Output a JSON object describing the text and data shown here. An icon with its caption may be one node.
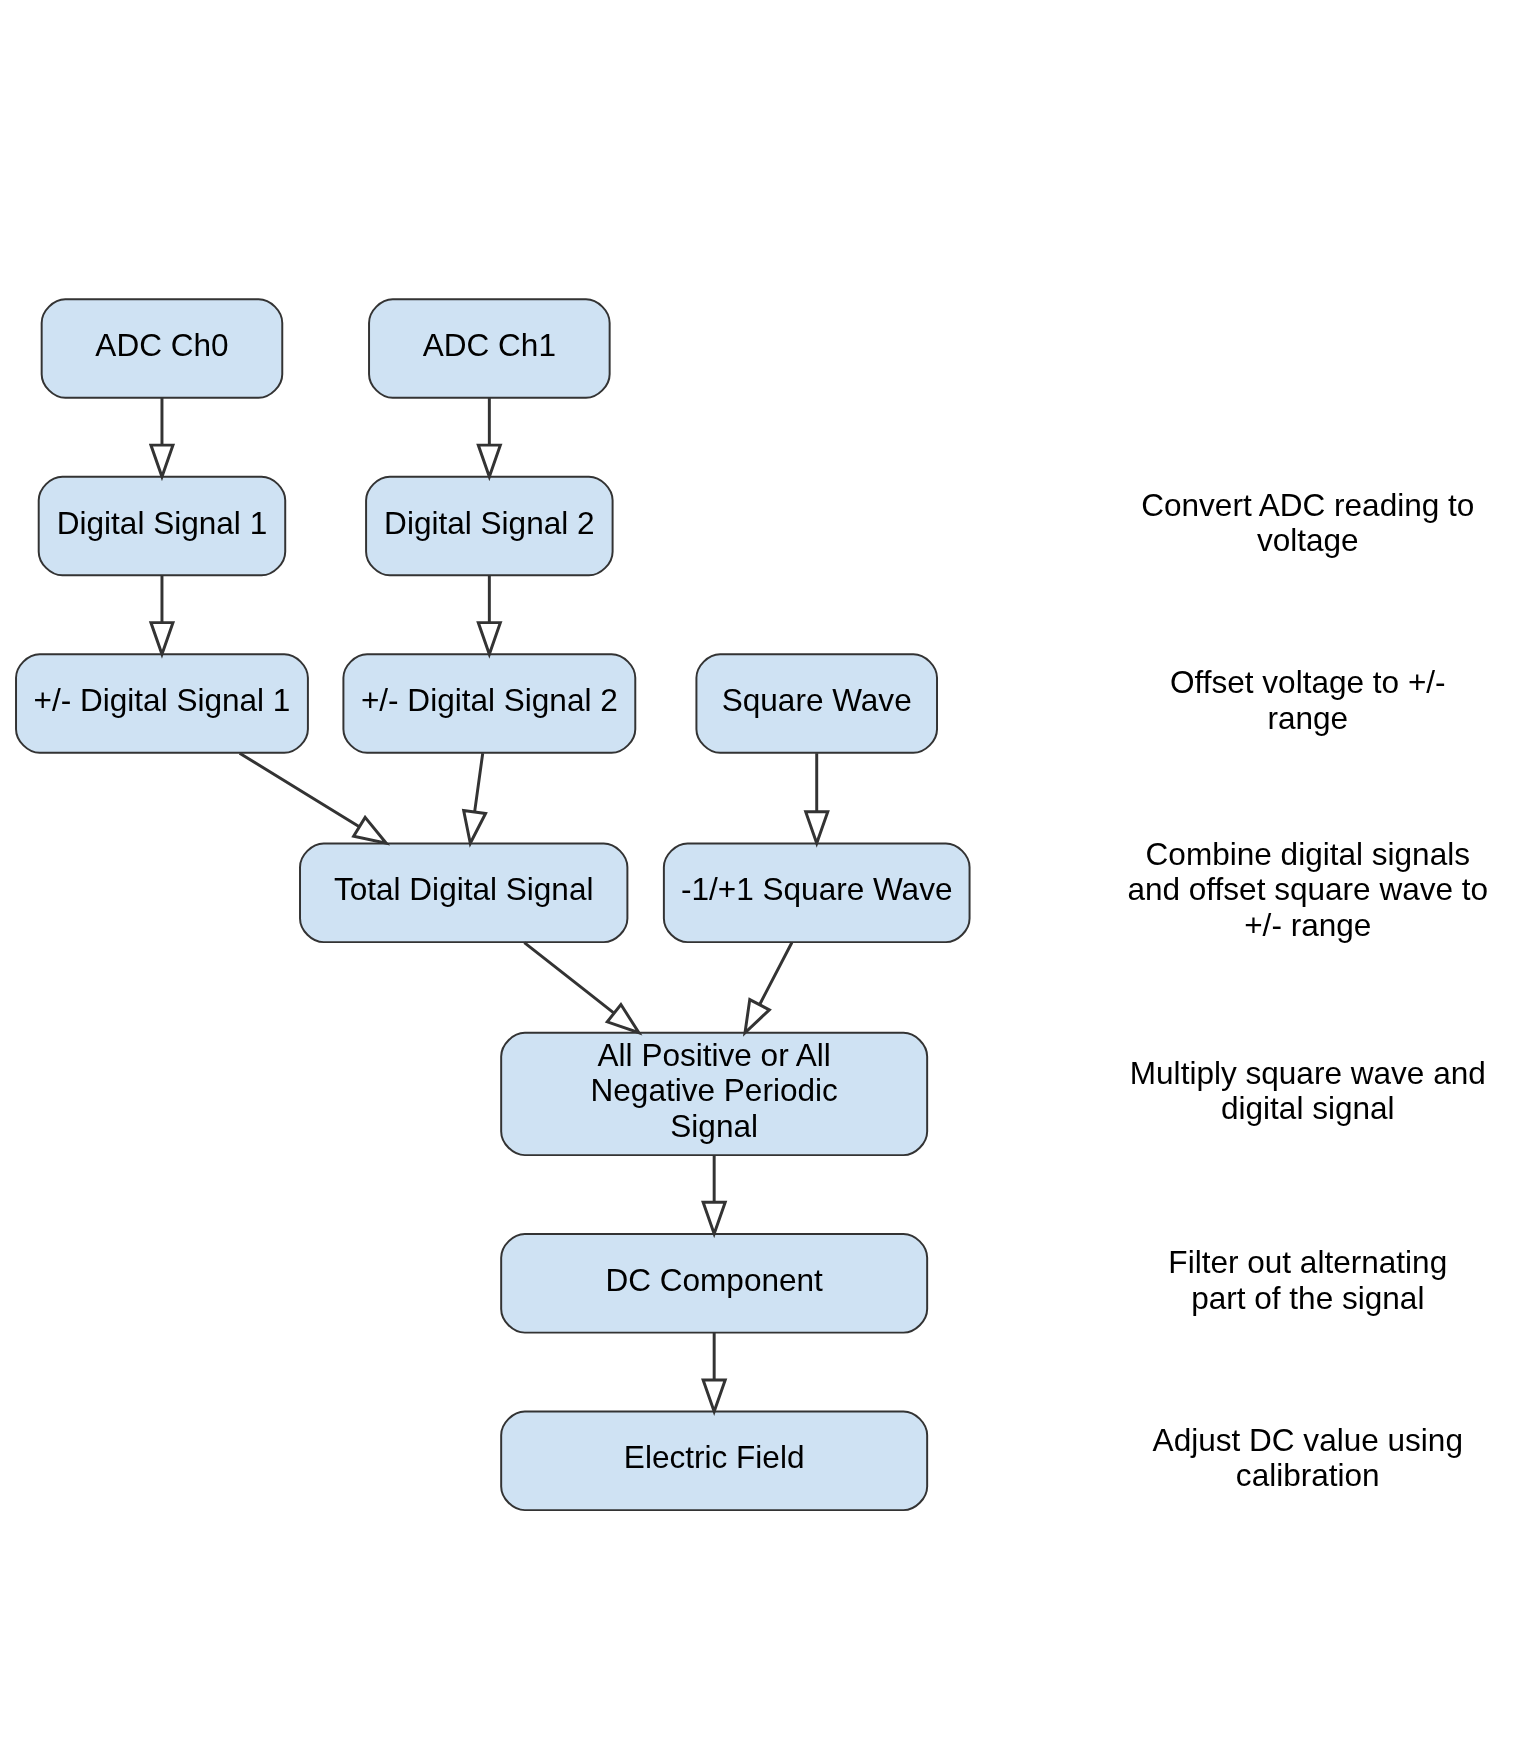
{
  "diagram": {
    "nodes": [
      {
        "text": [
          "ADC Ch0"
        ]
      },
      {
        "text": [
          "ADC Ch1"
        ]
      },
      {
        "text": [
          "Digital Signal 1"
        ]
      },
      {
        "text": [
          "Digital Signal 2"
        ]
      },
      {
        "text": [
          "+/- Digital Signal 1"
        ]
      },
      {
        "text": [
          "+/- Digital Signal 2"
        ]
      },
      {
        "text": [
          "Square Wave"
        ]
      },
      {
        "text": [
          "Total Digital Signal"
        ]
      },
      {
        "text": [
          "-1/+1 Square Wave"
        ]
      },
      {
        "text": [
          "All Positive or All Negative Periodic Signal"
        ]
      },
      {
        "text": [
          "DC Component"
        ]
      },
      {
        "text": [
          "Electric Field"
        ]
      }
    ],
    "edges": [
      {
        "from": 0,
        "to": 2,
        "arrow": "to"
      },
      {
        "from": 1,
        "to": 3,
        "arrow": "to"
      },
      {
        "from": 2,
        "to": 4,
        "arrow": "to"
      },
      {
        "from": 3,
        "to": 5,
        "arrow": "to"
      },
      {
        "from": 4,
        "to": 7,
        "arrow": "to"
      },
      {
        "from": 5,
        "to": 7,
        "arrow": "to"
      },
      {
        "from": 6,
        "to": 8,
        "arrow": "to"
      },
      {
        "from": 7,
        "to": 9,
        "arrow": "to"
      },
      {
        "from": 8,
        "to": 9,
        "arrow": "to"
      },
      {
        "from": 9,
        "to": 10,
        "arrow": "to"
      },
      {
        "from": 10,
        "to": 11,
        "arrow": "to"
      }
    ],
    "labels": [
      "Convert ADC reading to voltage",
      "Offset voltage to +/- range",
      "Combine digital signals and offset square wave to +/- range",
      "Multiply square wave and digital signal",
      "Filter out alternating part of the signal",
      "Adjust DC value using calibration"
    ]
  }
}
